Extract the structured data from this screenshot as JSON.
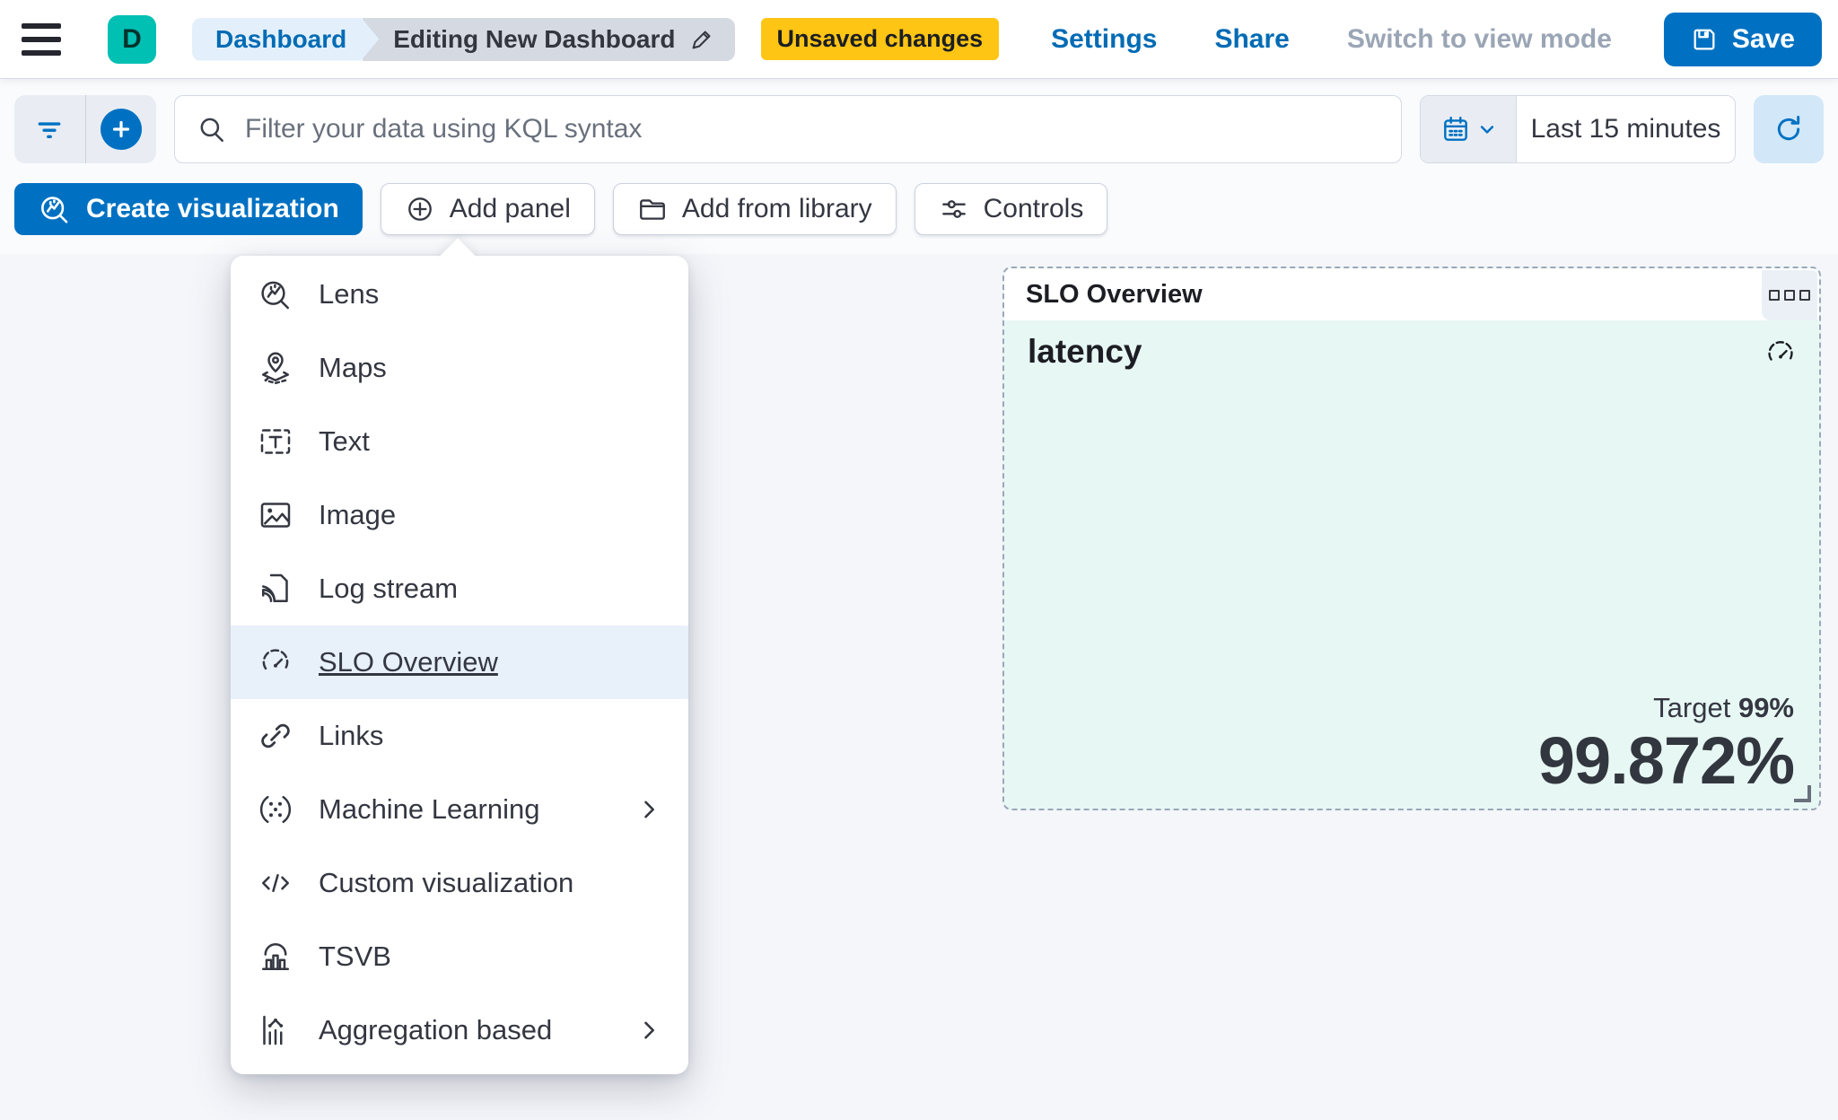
{
  "topbar": {
    "avatar_initial": "D",
    "breadcrumbs": [
      {
        "label": "Dashboard"
      },
      {
        "label": "Editing New Dashboard"
      }
    ],
    "unsaved_badge": "Unsaved changes",
    "settings_label": "Settings",
    "share_label": "Share",
    "view_mode_label": "Switch to view mode",
    "save_label": "Save"
  },
  "querybar": {
    "search_placeholder": "Filter your data using KQL syntax",
    "time_range": "Last 15 minutes"
  },
  "toolbar": {
    "create_visualization_label": "Create visualization",
    "add_panel_label": "Add panel",
    "add_from_library_label": "Add from library",
    "controls_label": "Controls"
  },
  "add_panel_menu": {
    "items": [
      {
        "label": "Lens",
        "icon": "lens-icon",
        "submenu": false,
        "selected": false
      },
      {
        "label": "Maps",
        "icon": "maps-icon",
        "submenu": false,
        "selected": false
      },
      {
        "label": "Text",
        "icon": "text-icon",
        "submenu": false,
        "selected": false
      },
      {
        "label": "Image",
        "icon": "image-icon",
        "submenu": false,
        "selected": false
      },
      {
        "label": "Log stream",
        "icon": "log-stream-icon",
        "submenu": false,
        "selected": false
      },
      {
        "label": "SLO Overview",
        "icon": "gauge-icon",
        "submenu": false,
        "selected": true
      },
      {
        "label": "Links",
        "icon": "link-icon",
        "submenu": false,
        "selected": false
      },
      {
        "label": "Machine Learning",
        "icon": "machine-learning-icon",
        "submenu": true,
        "selected": false
      },
      {
        "label": "Custom visualization",
        "icon": "code-icon",
        "submenu": false,
        "selected": false
      },
      {
        "label": "TSVB",
        "icon": "tsvb-icon",
        "submenu": false,
        "selected": false
      },
      {
        "label": "Aggregation based",
        "icon": "aggregation-icon",
        "submenu": true,
        "selected": false
      }
    ]
  },
  "slo_panel": {
    "header_title": "SLO Overview",
    "metric_title": "latency",
    "target_label": "Target",
    "target_value": "99%",
    "value": "99.872%"
  },
  "colors": {
    "primary_blue": "#0071C2",
    "link_blue": "#006BB4",
    "warning_yellow": "#FEC514",
    "avatar_teal": "#00BFB3",
    "panel_mint": "#E7F7F4",
    "selected_row_blue": "#E8F1FA",
    "dark_text": "#343741",
    "muted_text": "#98A2B3"
  }
}
